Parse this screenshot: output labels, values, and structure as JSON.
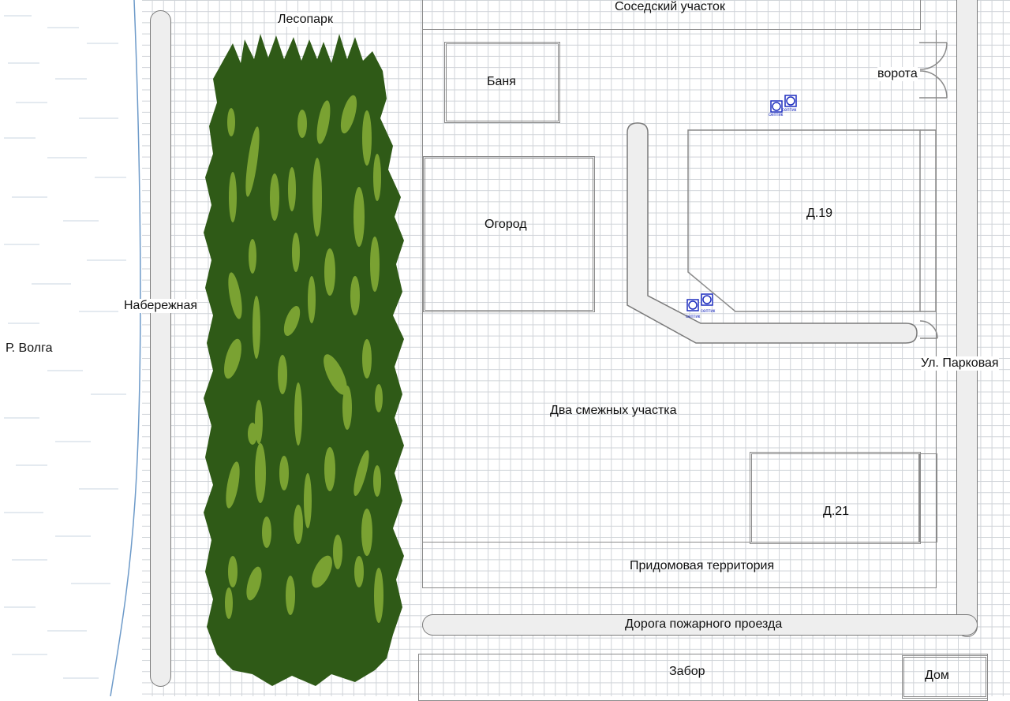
{
  "labels": {
    "river": "Р. Волга",
    "embankment": "Набережная",
    "forest_park": "Лесопарк",
    "neighbor_plot": "Соседский участок",
    "bathhouse": "Баня",
    "garden": "Огород",
    "gate": "ворота",
    "house_19": "Д.19",
    "street": "Ул. Парковая",
    "two_plots": "Два смежных участка",
    "house_21": "Д.21",
    "adjacent_territory": "Придомовая территория",
    "fire_road": "Дорога пожарного проезда",
    "fence": "Забор",
    "house": "Дом",
    "septic": "септик"
  },
  "colors": {
    "grid": "#cfd3d8",
    "forest_dark": "#2f5a17",
    "forest_leaf": "#7aa232",
    "river_line": "#6d9ac9",
    "road_fill": "#eeeeee",
    "septic": "#1f2fbf"
  }
}
